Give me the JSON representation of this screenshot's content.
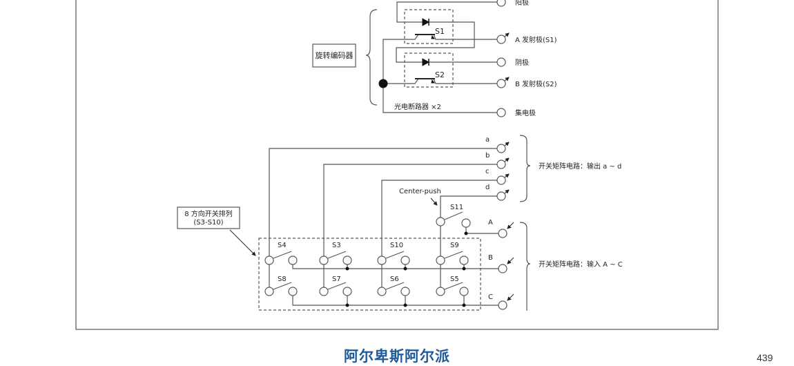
{
  "encoder": {
    "box_label": "旋转编码器",
    "switch_labels": [
      "S1",
      "S2"
    ],
    "photo_interrupter_label": "光电断路器 ×2",
    "terminals": [
      "阳极",
      "A 发射极(S1)",
      "阴极",
      "B 发射极(S2)",
      "集电极"
    ]
  },
  "matrix": {
    "array_label_line1": "8 方向开关排列",
    "array_label_line2": "(S3-S10)",
    "center_push_label": "Center-push",
    "center_switch": "S11",
    "output_lines": [
      "a",
      "b",
      "c",
      "d"
    ],
    "input_lines": [
      "A",
      "B",
      "C"
    ],
    "switch_rows": [
      [
        "S4",
        "S3",
        "S10",
        "S9"
      ],
      [
        "S8",
        "S7",
        "S6",
        "S5"
      ]
    ],
    "output_brace_label": "开关矩阵电路：输出 a ~ d",
    "input_brace_label": "开关矩阵电路：输入 A ~ C"
  },
  "footer": {
    "title": "阿尔卑斯阿尔派",
    "page_number": "439"
  }
}
